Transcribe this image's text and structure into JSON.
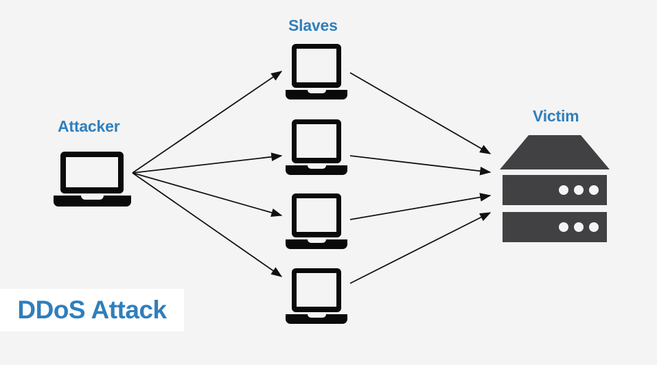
{
  "diagram": {
    "title": "DDoS Attack",
    "background_color": "#f4f4f4",
    "accent_color": "#2f7fbc",
    "icon_color": "#0a0a0a",
    "server_color": "#414042",
    "nodes": {
      "attacker": {
        "label": "Attacker",
        "icon": "laptop-icon",
        "count": 1
      },
      "slaves": {
        "label": "Slaves",
        "icon": "laptop-icon",
        "count": 4
      },
      "victim": {
        "label": "Victim",
        "icon": "server-icon",
        "count": 1
      }
    },
    "edges": [
      {
        "from": "attacker",
        "to": "slave-1",
        "style": "arrow"
      },
      {
        "from": "attacker",
        "to": "slave-2",
        "style": "arrow"
      },
      {
        "from": "attacker",
        "to": "slave-3",
        "style": "arrow"
      },
      {
        "from": "attacker",
        "to": "slave-4",
        "style": "arrow"
      },
      {
        "from": "slave-1",
        "to": "victim",
        "style": "arrow"
      },
      {
        "from": "slave-2",
        "to": "victim",
        "style": "arrow"
      },
      {
        "from": "slave-3",
        "to": "victim",
        "style": "arrow"
      },
      {
        "from": "slave-4",
        "to": "victim",
        "style": "arrow"
      }
    ]
  }
}
